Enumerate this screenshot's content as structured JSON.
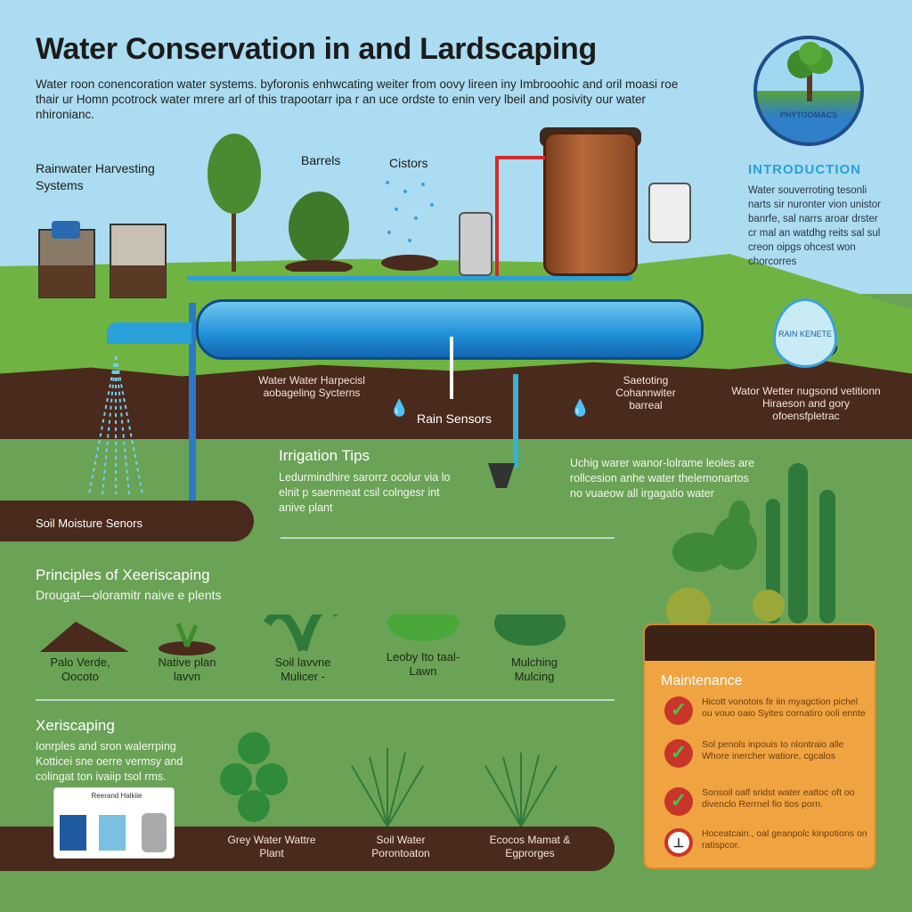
{
  "title": "Water Conservation in and Lardscaping",
  "intro_paragraph": "Water roon conencoration water systems. byforonis enhwcating weiter from oovy lireen iny Imbrooohic and oril moasi roe thair ur Homn pcotrock water mrere arl of this trapootarr ipa r an uce ordste to enin very lbeil and posivity our water nhironianc.",
  "logo_text": "PHYTOOMACS",
  "introduction": {
    "heading": "INTRODUCTION",
    "text": "Water souverroting tesonli narts sir nuronter vion unistor banrfe, sal narrs aroar drster cr mal an watdhg reits sal sul creon oipgs ohcest won chorcorres"
  },
  "top_labels": {
    "rainwater": "Rainwater Harvesting Systems",
    "barrels": "Barrels",
    "cistors": "Cistors"
  },
  "drop_badge": "RAIN KENETE",
  "soil_labels": {
    "water_harvest": "Water Water Harpecisl aobageling Sycterns",
    "rain_sensors": "Rain Sensors",
    "storing": "Saetoting Cohannwiter barreal",
    "right": "Wator Wetter nugsond vetitionn Hiraeson and gory ofoensfpletrac"
  },
  "soil_moisture": "Soil Moisture Senors",
  "irrigation": {
    "heading": "Irrigation Tips",
    "text": "Ledurmindhire sarorrz ocolur via lo elnit p saenmeat csil colngesr int anive plant",
    "right_text": "Uchig warer wanor-lolrame leoles are rollcesion anhe water thelemonartos no vuaeow all irgagatio water"
  },
  "principles": {
    "heading": "Principles of Xeeriscaping",
    "subheading": "Drougat—oloramitr naive e plents",
    "items": [
      "Palo Verde, Oocoto",
      "Native plan lavvn",
      "Soil lavvne Mulicer -",
      "Leoby Ito taal- Lawn",
      "Mulching Mulcing"
    ]
  },
  "xeriscaping": {
    "heading": "Xeriscaping",
    "text": "Ionrples and sron walerrping Kotticei sne oerre vermsy and colingat ton ivaiip tsol rms.",
    "toolbox_label": "Reerand Halkiie",
    "items": [
      "Grey Water Wattre Plant",
      "Soil Water Porontoaton",
      "Ecocos Mamat & Egprorges"
    ]
  },
  "maintenance": {
    "heading": "Maintenance",
    "items": [
      {
        "icon": "check",
        "text": "Hicott vonotois fir iin myagction pichel ou vouo oaio Syites cornatiro ooli ennte"
      },
      {
        "icon": "check",
        "text": "Sol penols inpouis to nlontraio alle Whore inercher watiore, cgcalos"
      },
      {
        "icon": "check",
        "text": "Sonsoil oalf sridst water eattoc oft oo divenclo Rerrnel fio tios porn."
      },
      {
        "icon": "clock",
        "text": "Hoceatcain., oal geanpolc kinpotions on ratispcor."
      }
    ]
  },
  "colors": {
    "sky": "#abdcf1",
    "grass": "#6aa356",
    "soil": "#4a2a1c",
    "accent_blue": "#2aa0d8",
    "card": "#f0a441"
  }
}
